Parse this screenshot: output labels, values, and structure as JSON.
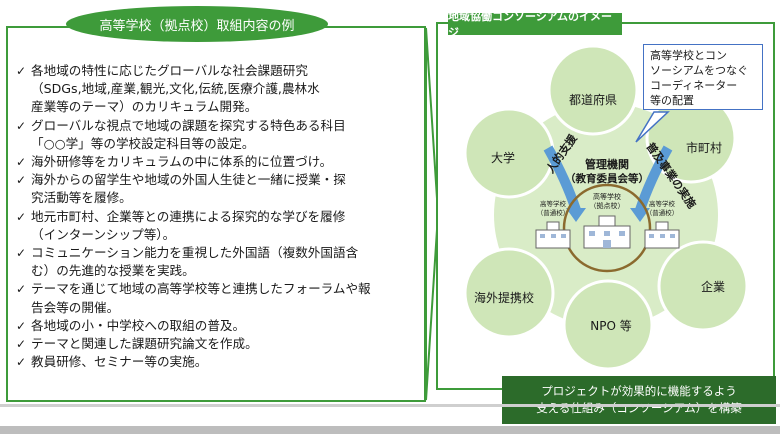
{
  "left": {
    "title": "高等学校（拠点校）取組内容の例",
    "check_icon": "check-icon",
    "items": [
      "各地域の特性に応じたグローバルな社会課題研究",
      "（SDGs,地域,産業,観光,文化,伝統,医療介護,農林水",
      "産業等のテーマ）のカリキュラム開発。",
      "グローバルな視点で地域の課題を探究する特色ある科目",
      "「○○学」等の学校設定科目等の設定。",
      "海外研修等をカリキュラムの中に体系的に位置づけ。",
      "海外からの留学生や地域の外国人生徒と一緒に授業・探",
      "究活動等を履修。",
      "地元市町村、企業等との連携による探究的な学びを履修",
      "（インターンシップ等）。",
      "コミュニケーション能力を重視した外国語（複数外国語含",
      "む）の先進的な授業を実践。",
      "テーマを通じて地域の高等学校等と連携したフォーラムや報",
      "告会等の開催。",
      "各地域の小・中学校への取組の普及。",
      "テーマと関連した課題研究論文を作成。",
      "教員研修、セミナー等の実施。"
    ]
  },
  "right": {
    "title": "地域協働コンソーシアムのイメージ",
    "callout": [
      "高等学校とコン",
      "ソーシアムをつなぐ",
      "コーディネーター",
      "等の配置"
    ],
    "circles": {
      "pref": "都道府県",
      "city": "市町村",
      "univ": "大学",
      "company": "企業",
      "overseas": "海外提携校",
      "npo": "NPO 等"
    },
    "center": {
      "line1": "管理機関",
      "line2": "（教育委員会等）",
      "hub1": "高等学校",
      "hub2": "（拠点校）",
      "school1": "高等学校",
      "school2": "（普通校）"
    },
    "arrows": {
      "left": "人的支援",
      "right": "普及事業の実施"
    },
    "banner": [
      "プロジェクトが効果的に機能するよう",
      "支える仕組み（コンソーシアム）を構築"
    ]
  },
  "colors": {
    "green": "#3e9b3a",
    "light_green": "#d9ecc7",
    "petal": "#cfe6b8",
    "dark_green": "#2c6b2a",
    "brown": "#8b6a2e",
    "blue": "#4472c4"
  }
}
